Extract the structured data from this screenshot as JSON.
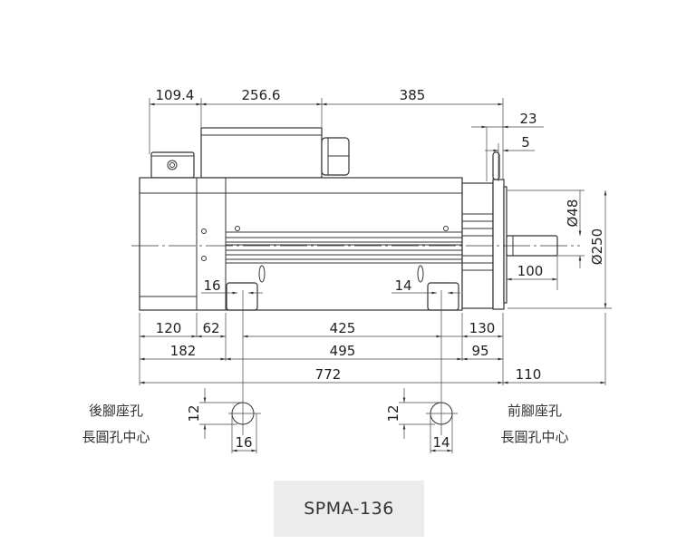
{
  "dimensions": {
    "top": [
      "109.4",
      "256.6",
      "385"
    ],
    "right_top": [
      "23",
      "5"
    ],
    "shaft_dia": "Ø48",
    "flange_dia": "Ø250",
    "shaft_len": "100",
    "foot_slot_rear": "16",
    "foot_slot_front": "14",
    "row1": [
      "120",
      "62",
      "425",
      "130"
    ],
    "row2": [
      "182",
      "495",
      "95"
    ],
    "row3": [
      "772",
      "110"
    ],
    "slot_rear": {
      "height": "12",
      "width": "16"
    },
    "slot_front": {
      "height": "12",
      "width": "14"
    }
  },
  "labels": {
    "rear_line1": "後腳座孔",
    "rear_line2": "長圓孔中心",
    "front_line1": "前腳座孔",
    "front_line2": "長圓孔中心"
  },
  "model": "SPMA-136"
}
